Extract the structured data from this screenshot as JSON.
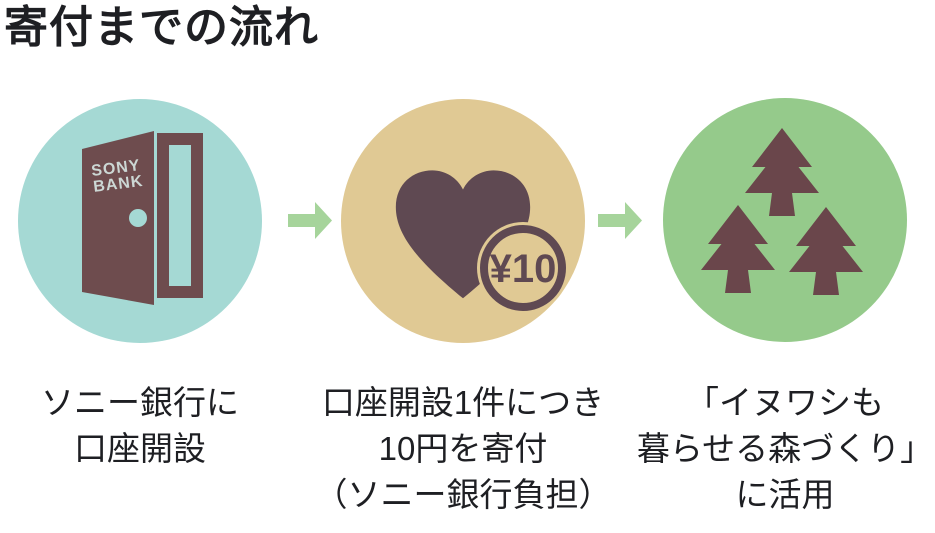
{
  "title": "寄付までの流れ",
  "steps": [
    {
      "name": "open-account",
      "icon": "sony-bank-open-door-icon",
      "door_label_line1": "SONY",
      "door_label_line2": "BANK",
      "caption_lines": [
        "ソニー銀行に",
        "口座開設"
      ]
    },
    {
      "name": "donation-per-account",
      "icon": "heart-with-10yen-coin-icon",
      "coin_label": "¥10",
      "caption_lines": [
        "口座開設1件につき",
        "10円を寄付",
        "（ソニー銀行負担）"
      ]
    },
    {
      "name": "forest-use",
      "icon": "three-pine-trees-icon",
      "caption_lines": [
        "「イヌワシも",
        "暮らせる森づくり」",
        "に活用"
      ]
    }
  ],
  "arrow_icon": "right-arrow-icon",
  "colors": {
    "background": "#ffffff",
    "text": "#1e1f23",
    "teal_circle": "#a5d9d4",
    "tan_circle": "#e0c994",
    "green_circle": "#95ca8b",
    "arrow_green": "#a6d49b",
    "door_brown": "#6e4c4e",
    "heart_brown": "#5f4952",
    "tree_brown": "#6a464b",
    "door_label": "#ccd7d4"
  }
}
